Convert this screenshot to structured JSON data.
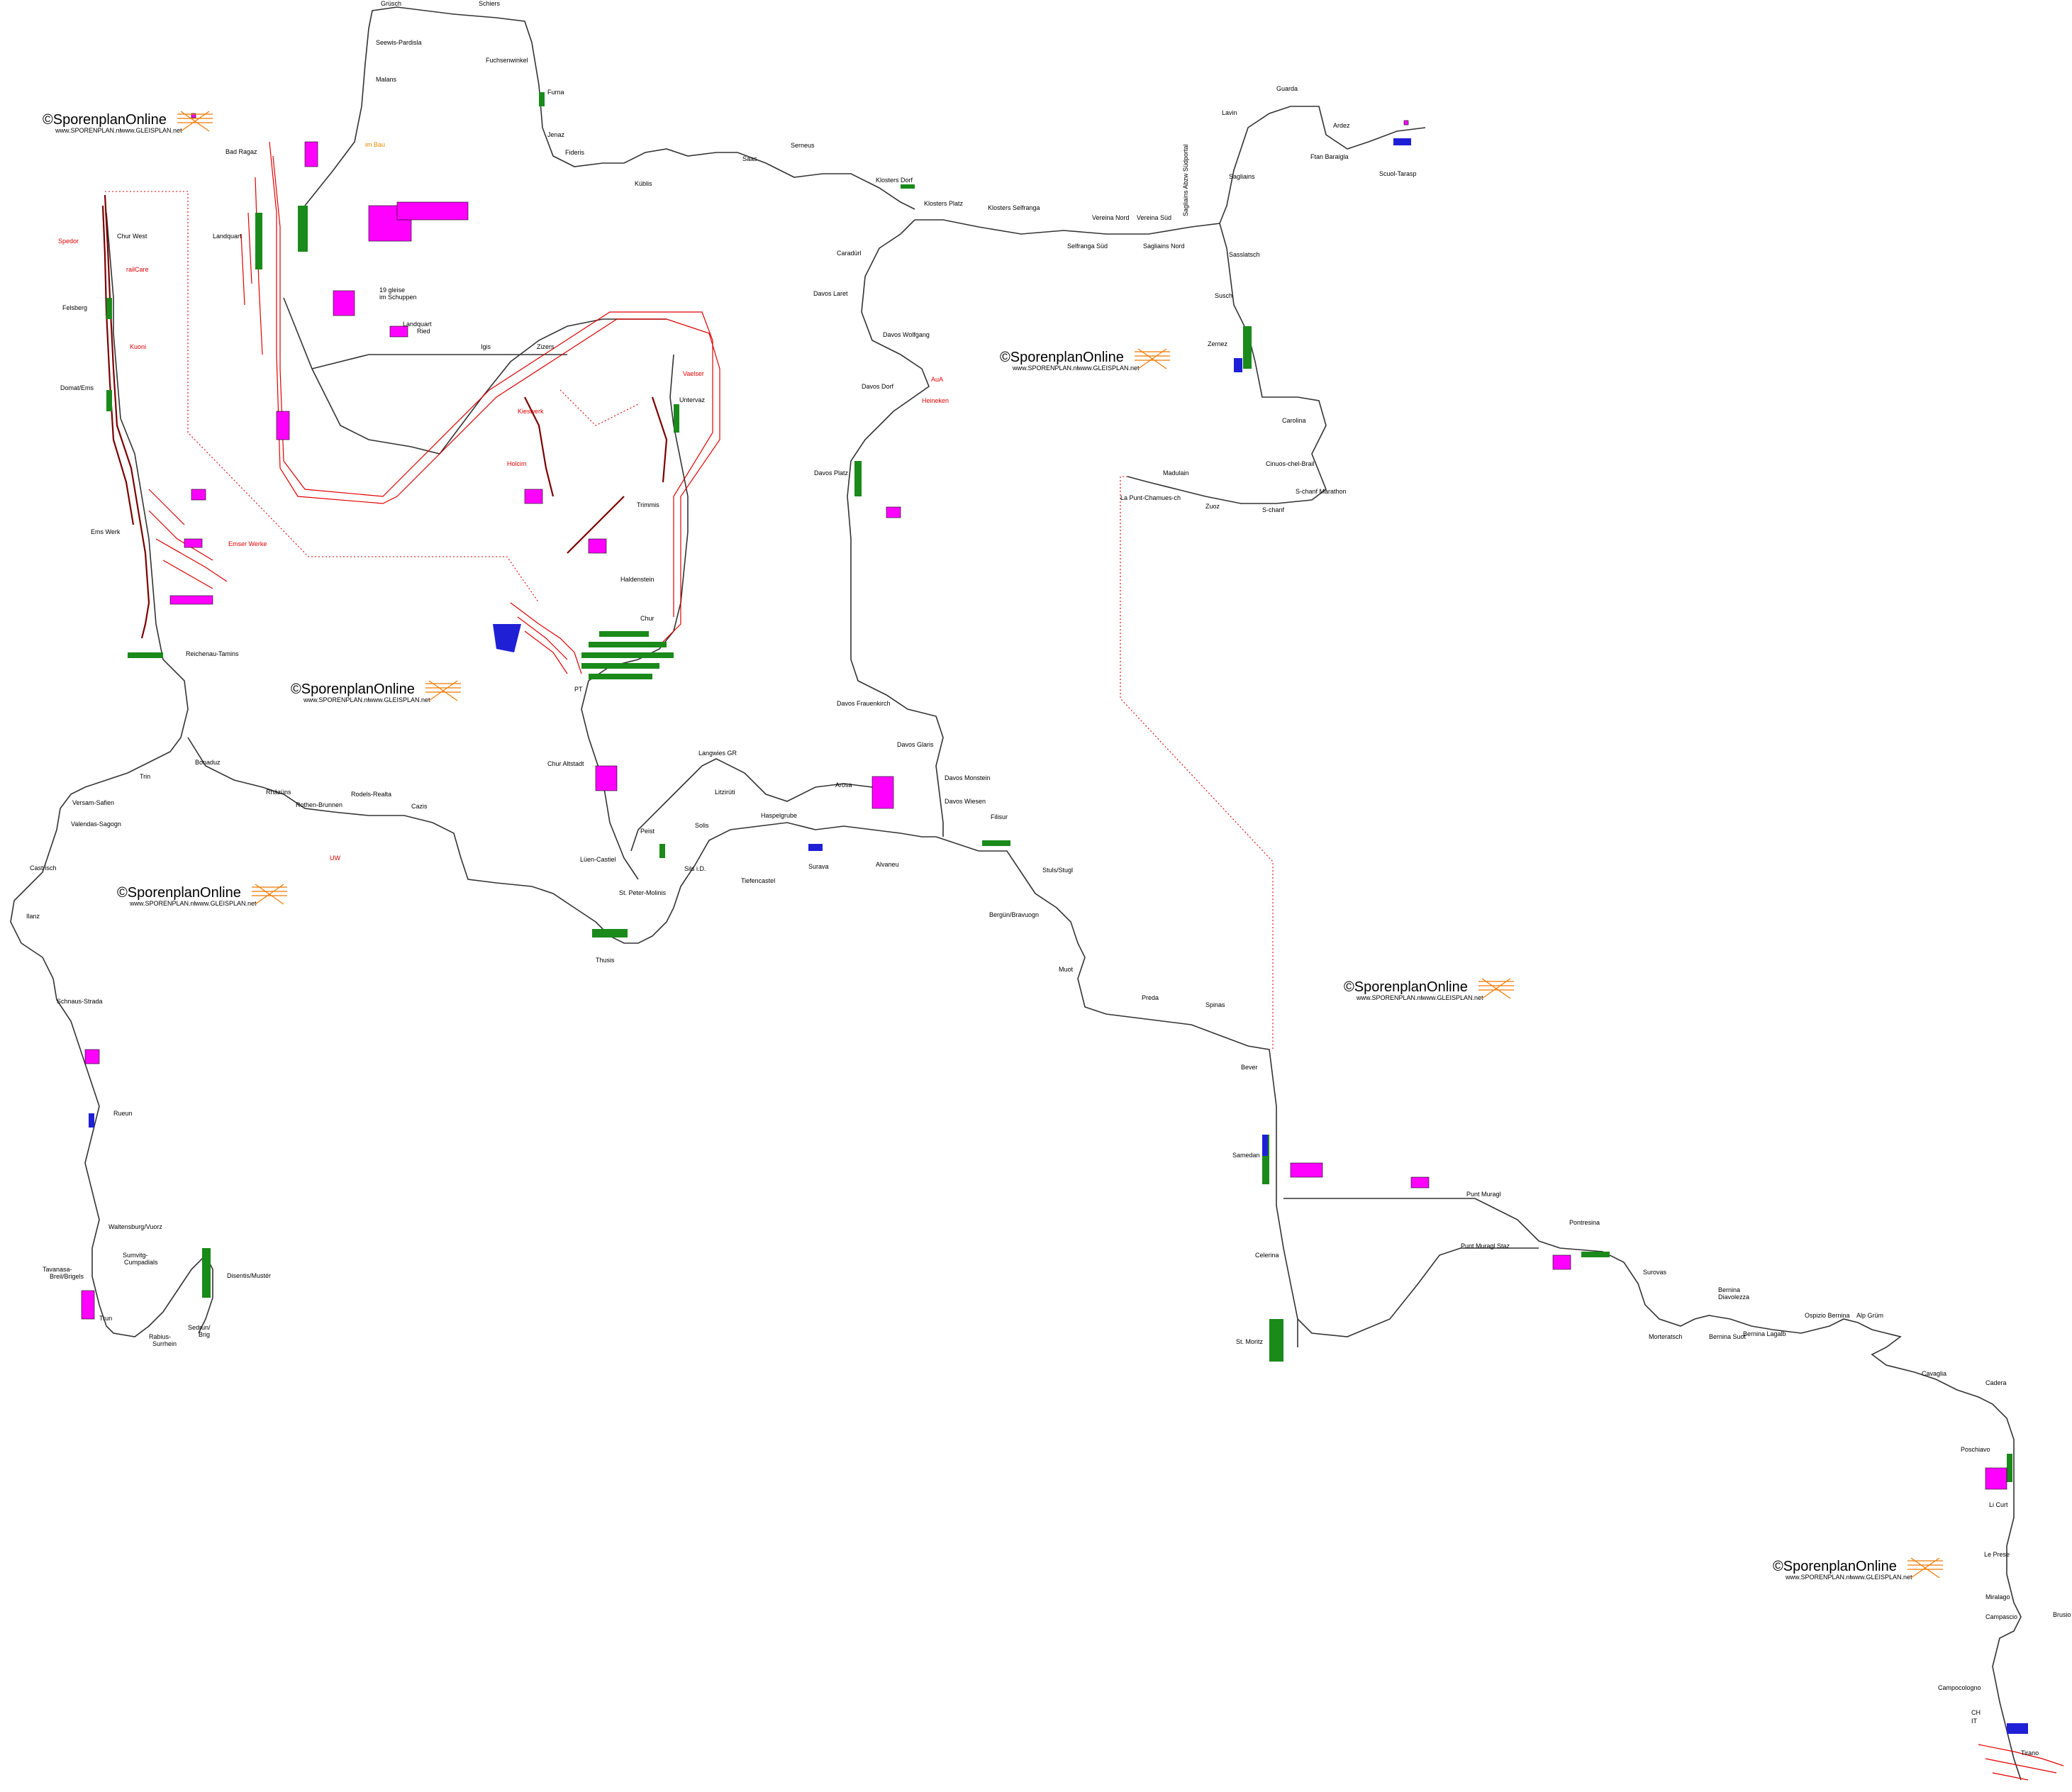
{
  "logos": [
    {
      "title": "©SporenplanOnline",
      "sub1": "www.SPORENPLAN.nl",
      "sub2": "www.GLEISPLAN.net"
    },
    {
      "title": "©SporenplanOnline",
      "sub1": "www.SPORENPLAN.nl",
      "sub2": "www.GLEISPLAN.net"
    },
    {
      "title": "©SporenplanOnline",
      "sub1": "www.SPORENPLAN.nl",
      "sub2": "www.GLEISPLAN.net"
    },
    {
      "title": "©SporenplanOnline",
      "sub1": "www.SPORENPLAN.nl",
      "sub2": "www.GLEISPLAN.net"
    },
    {
      "title": "©SporenplanOnline",
      "sub1": "www.SPORENPLAN.nl",
      "sub2": "www.GLEISPLAN.net"
    },
    {
      "title": "©SporenplanOnline",
      "sub1": "www.SPORENPLAN.nl",
      "sub2": "www.GLEISPLAN.net"
    }
  ],
  "stations": {
    "gruesch": "Grüsch",
    "schiers": "Schiers",
    "seewis": "Seewis-Pardisla",
    "fuchsenwinkel": "Fuchsenwinkel",
    "malans": "Malans",
    "furna": "Furna",
    "jenaz": "Jenaz",
    "fideris": "Fideris",
    "kueblis": "Küblis",
    "saas": "Saas",
    "serneus": "Serneus",
    "klosters_dorf": "Klosters Dorf",
    "klosters_platz": "Klosters Platz",
    "klosters_selfranga": "Klosters Selfranga",
    "selfranga_sued": "Selfranga Süd",
    "vereina_nord": "Vereina Nord",
    "vereina_sued": "Vereina Süd",
    "sagliains_nord": "Sagliains Nord",
    "sagliains": "Sagliains",
    "sagliains_abzw": "Sagliains Abzw Südportal",
    "lavin": "Lavin",
    "guarda": "Guarda",
    "ardez": "Ardez",
    "ftan": "Ftan Baraigla",
    "scuol": "Scuol-Tarasp",
    "susch": "Susch",
    "sasslatsch": "Sasslatsch",
    "zernez": "Zernez",
    "carolina": "Carolina",
    "cinuos": "Cinuos-chel-Brail",
    "s_chanf_marathon": "S-chanf Marathon",
    "s_chanf": "S-chanf",
    "zuoz": "Zuoz",
    "madulain": "Madulain",
    "la_punt": "La Punt-Chamues-ch",
    "bad_ragaz": "Bad Ragaz",
    "im_bau": "im Bau",
    "landquart": "Landquart",
    "gleise_1": "19 gleise",
    "gleise_2": "im Schuppen",
    "landquart_ried": "Landquart",
    "landquart_ried2": "Ried",
    "igis": "Igis",
    "zizers": "Zizers",
    "chur_west": "Chur West",
    "spedor": "Spedor",
    "railcare": "railCare",
    "felsberg": "Felsberg",
    "kuoni": "Kuoni",
    "domat_ems": "Domat/Ems",
    "ems_werk": "Ems Werk",
    "emser_werke": "Emser Werke",
    "untervaz": "Untervaz",
    "vaelser": "Vaelser",
    "kieswerk": "Kieswerk",
    "holcim": "Holcim",
    "trimmis": "Trimmis",
    "haldenstein": "Haldenstein",
    "chur": "Chur",
    "reichenau": "Reichenau-Tamins",
    "pt": "PT",
    "chur_altstadt": "Chur Altstadt",
    "caraduerl": "Caradürl",
    "davos_laret": "Davos Laret",
    "davos_wolfgang": "Davos Wolfgang",
    "davos_dorf": "Davos Dorf",
    "aura": "AuA",
    "heineken": "Heineken",
    "davos_platz": "Davos Platz",
    "davos_frauenkirch": "Davos Frauenkirch",
    "davos_glaris": "Davos Glaris",
    "davos_monstein": "Davos Monstein",
    "davos_wiesen": "Davos Wiesen",
    "filisur": "Filisur",
    "stuls": "Stuls/Stugl",
    "bergun": "Bergün/Bravuogn",
    "muot": "Muot",
    "preda": "Preda",
    "spinas": "Spinas",
    "bever": "Bever",
    "samedan": "Samedan",
    "punt_muragl": "Punt Muragl",
    "punt_muragl_staz": "Punt Muragl Staz",
    "pontresina": "Pontresina",
    "celerina": "Celerina",
    "st_moritz": "St. Moritz",
    "surovas": "Surovas",
    "bernina_diavolezza_1": "Bernina",
    "bernina_diavolezza_2": "Diavolezza",
    "morteratsch": "Morteratsch",
    "bernina_suot": "Bernina Suot",
    "bernina_lagalb": "Bernina Lagalb",
    "ospizio": "Ospizio Bernina",
    "alp_gruem": "Alp Grüm",
    "cavaglia": "Cavaglia",
    "cadera": "Cadera",
    "poschiavo": "Poschiavo",
    "li_curt": "Li Curt",
    "le_prese": "Le Prese",
    "miralago": "Miralago",
    "brusio": "Brusio",
    "campascio": "Campascio",
    "campocologno": "Campocologno",
    "ch": "CH",
    "it": "IT",
    "tirano": "Tirano",
    "trin": "Trin",
    "bonaduz": "Bonaduz",
    "rhaezuens": "Rhäzüns",
    "rothenbrunnen": "Rothen-Brunnen",
    "rodels": "Rodels-Realta",
    "cazis": "Cazis",
    "uw": "UW",
    "versam": "Versam-Safien",
    "valendas": "Valendas-Sagogn",
    "castrisch": "Castrisch",
    "ilanz": "Ilanz",
    "schnaus": "Schnaus-Strada",
    "rueun": "Rueun",
    "waltensburg": "Waltensburg/Vuorz",
    "tavanasa_1": "Tavanasa-",
    "tavanasa_2": "Breil/Brigels",
    "sumvitg_1": "Sumvitg-",
    "sumvitg_2": "Cumpadials",
    "disentis": "Disentis/Mustér",
    "trun": "Trun",
    "rabius_1": "Rabius-",
    "rabius_2": "Surrhein",
    "sedrun_1": "Sedrun/",
    "sedrun_2": "Brig",
    "langwies": "Langwies GR",
    "litzirueti": "Litzirüti",
    "arosa": "Arosa",
    "peist": "Peist",
    "solis": "Solis",
    "haspelgrube": "Haspelgrube",
    "lueen": "Lüen-Castiel",
    "sils": "Sils i.D.",
    "tiefencastel": "Tiefencastel",
    "surava": "Surava",
    "alvaneu": "Alvaneu",
    "st_peter": "St. Peter-Molinis",
    "thusis": "Thusis"
  },
  "colors": {
    "track": "#333333",
    "siding": "#e00000",
    "platform": "#1a8a1a",
    "building": "#ff00ff",
    "signal_box": "#1f1fd6",
    "logo_accent": "#f07800"
  }
}
